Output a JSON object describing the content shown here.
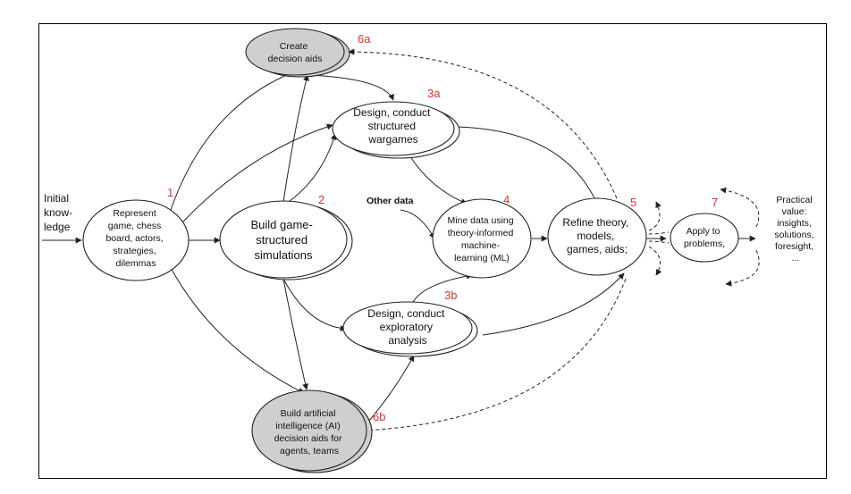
{
  "input_label": [
    "Initial",
    "know-",
    "ledge"
  ],
  "other_data": "Other data",
  "nodes": {
    "represent": {
      "number": "1",
      "lines": [
        "Represent",
        "game, chess",
        "board, actors,",
        "strategies,",
        "dilemmas"
      ]
    },
    "build_sim": {
      "number": "2",
      "lines": [
        "Build game-",
        "structured",
        "simulations"
      ]
    },
    "wargames": {
      "number": "3a",
      "lines": [
        "Design, conduct",
        "structured",
        "wargames"
      ]
    },
    "exploratory": {
      "number": "3b",
      "lines": [
        "Design, conduct",
        "exploratory",
        "analysis"
      ]
    },
    "mine": {
      "number": "4",
      "lines": [
        "Mine data using",
        "theory-informed",
        "machine-",
        "learning (ML)"
      ]
    },
    "refine": {
      "number": "5",
      "lines": [
        "Refine theory,",
        "models,",
        "games, aids;"
      ]
    },
    "decision_aids": {
      "number": "6a",
      "lines": [
        "Create",
        "decision aids"
      ]
    },
    "ai_aids": {
      "number": "6b",
      "lines": [
        "Build artificial",
        "intelligence (AI)",
        "decision aids for",
        "agents, teams"
      ]
    },
    "apply": {
      "number": "7",
      "lines": [
        "Apply to",
        "problems,"
      ]
    }
  },
  "practical_value": [
    "Practical",
    "value:",
    "insights,",
    "solutions,",
    "foresight,",
    "..."
  ],
  "colors": {
    "number": "#d9342b",
    "gray_fill": "#cfcfcf",
    "stroke": "#222222"
  }
}
